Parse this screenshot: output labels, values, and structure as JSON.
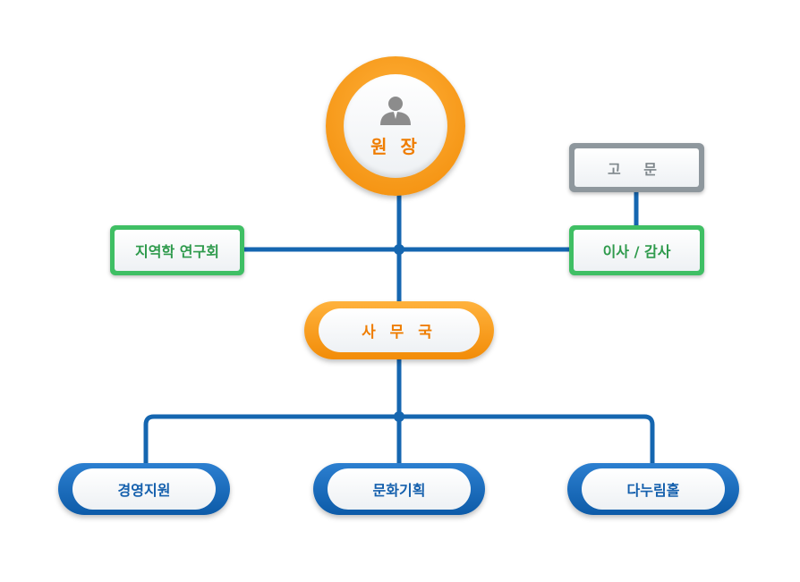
{
  "director": {
    "label": "원 장"
  },
  "research": {
    "label": "지역학 연구회"
  },
  "advisor": {
    "label": "고  문"
  },
  "board": {
    "label": "이사 / 감사"
  },
  "secretariat": {
    "label": "사 무 국"
  },
  "teams": [
    {
      "label": "경영지원"
    },
    {
      "label": "문화기획"
    },
    {
      "label": "다누림홀"
    }
  ],
  "colors": {
    "line": "#1566b0",
    "orange": "#f28c08",
    "green": "#3fbf64",
    "grey": "#8e979d",
    "blue": "#1262b0"
  },
  "icons": {
    "director": "person-icon"
  }
}
